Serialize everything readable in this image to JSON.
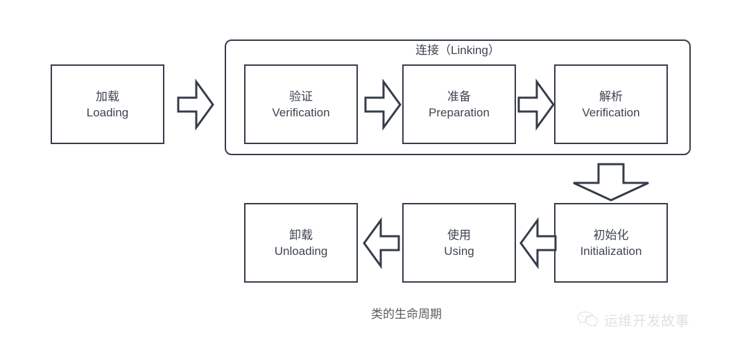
{
  "diagram": {
    "caption": "类的生命周期",
    "group": {
      "label": "连接（Linking）"
    },
    "nodes": {
      "loading": {
        "cn": "加载",
        "en": "Loading"
      },
      "verification": {
        "cn": "验证",
        "en": "Verification"
      },
      "preparation": {
        "cn": "准备",
        "en": "Preparation"
      },
      "resolution": {
        "cn": "解析",
        "en": "Verification"
      },
      "initialization": {
        "cn": "初始化",
        "en": "Initialization"
      },
      "using": {
        "cn": "使用",
        "en": "Using"
      },
      "unloading": {
        "cn": "卸载",
        "en": "Unloading"
      }
    },
    "arrows": [
      {
        "name": "loading-to-verification",
        "direction": "right"
      },
      {
        "name": "verification-to-preparation",
        "direction": "right"
      },
      {
        "name": "preparation-to-resolution",
        "direction": "right"
      },
      {
        "name": "resolution-to-initialization",
        "direction": "down"
      },
      {
        "name": "initialization-to-using",
        "direction": "left"
      },
      {
        "name": "using-to-unloading",
        "direction": "left"
      }
    ],
    "colors": {
      "stroke": "#353c48",
      "text": "#3d4450",
      "caption_text": "#5a5a5a",
      "background": "#ffffff",
      "watermark_text": "#b9b9b9"
    }
  },
  "watermark": {
    "text": "运维开发故事",
    "icon": "wechat-icon"
  }
}
